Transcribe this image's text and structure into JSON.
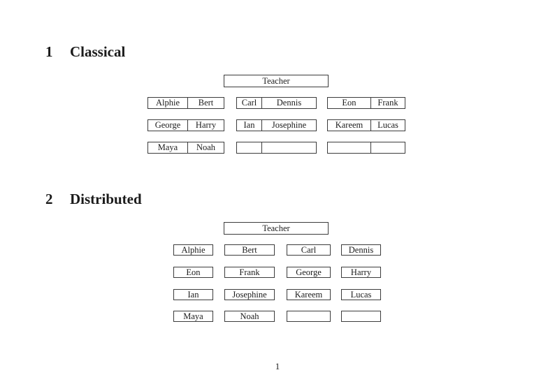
{
  "document": {
    "footer_page_number": "1"
  },
  "classical": {
    "heading_number": "1",
    "heading_title": "Classical",
    "teacher_label": "Teacher",
    "pairs": [
      [
        "Alphie",
        "Bert"
      ],
      [
        "Carl",
        "Dennis"
      ],
      [
        "Eon",
        "Frank"
      ],
      [
        "George",
        "Harry"
      ],
      [
        "Ian",
        "Josephine"
      ],
      [
        "Kareem",
        "Lucas"
      ],
      [
        "Maya",
        "Noah"
      ],
      [
        "",
        ""
      ],
      [
        "",
        ""
      ]
    ]
  },
  "distributed": {
    "heading_number": "2",
    "heading_title": "Distributed",
    "teacher_label": "Teacher",
    "desks": [
      "Alphie",
      "Bert",
      "Carl",
      "Dennis",
      "Eon",
      "Frank",
      "George",
      "Harry",
      "Ian",
      "Josephine",
      "Kareem",
      "Lucas",
      "Maya",
      "Noah",
      "",
      ""
    ]
  }
}
